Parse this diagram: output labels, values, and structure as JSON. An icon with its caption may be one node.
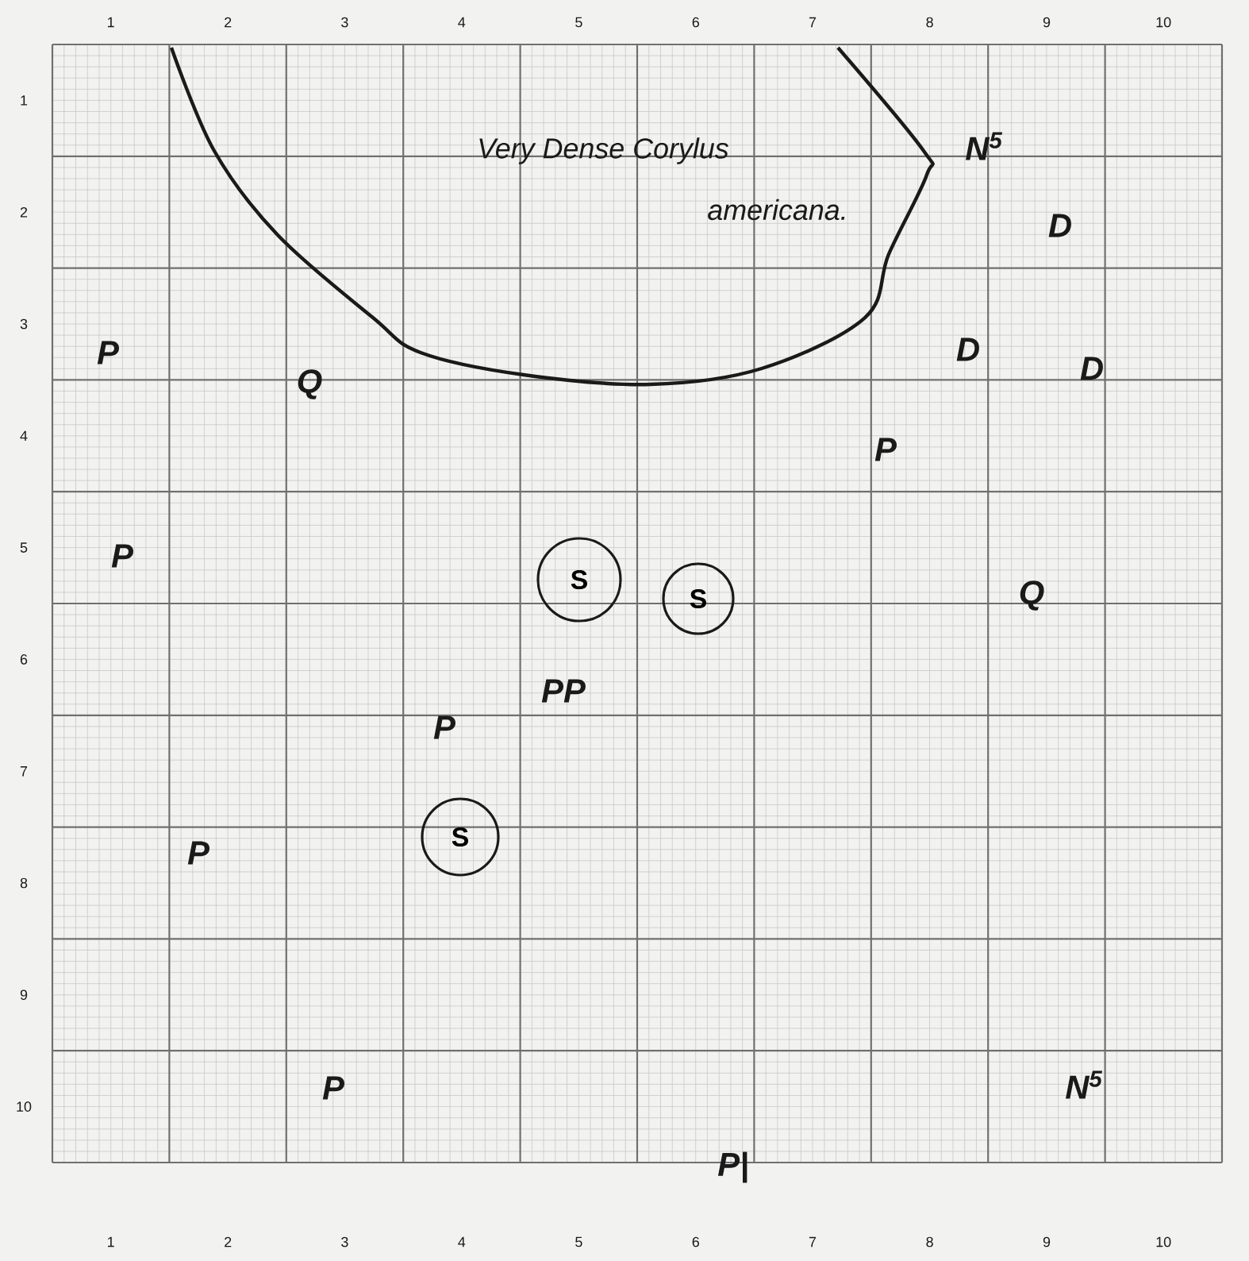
{
  "diagram": {
    "nodes": [
      {
        "text": [
          "S"
        ]
      },
      {
        "text": [
          "S"
        ]
      },
      {
        "text": [
          "S"
        ]
      }
    ],
    "labels": [
      "1",
      "2",
      "3",
      "4",
      "5",
      "6",
      "7",
      "8",
      "9",
      "10",
      "1",
      "2",
      "3",
      "4",
      "5",
      "6",
      "7",
      "8",
      "9",
      "10",
      "Very Dense Corylus",
      "N$^{5}$",
      "americana.",
      "D",
      "P",
      "D",
      "D",
      "Q",
      "P",
      "P",
      "Q",
      "PP",
      "P",
      "P",
      "P",
      "N$^{5}$",
      "P|",
      "1",
      "2",
      "3",
      "4",
      "5",
      "6",
      "7",
      "8",
      "9",
      "10"
    ]
  }
}
